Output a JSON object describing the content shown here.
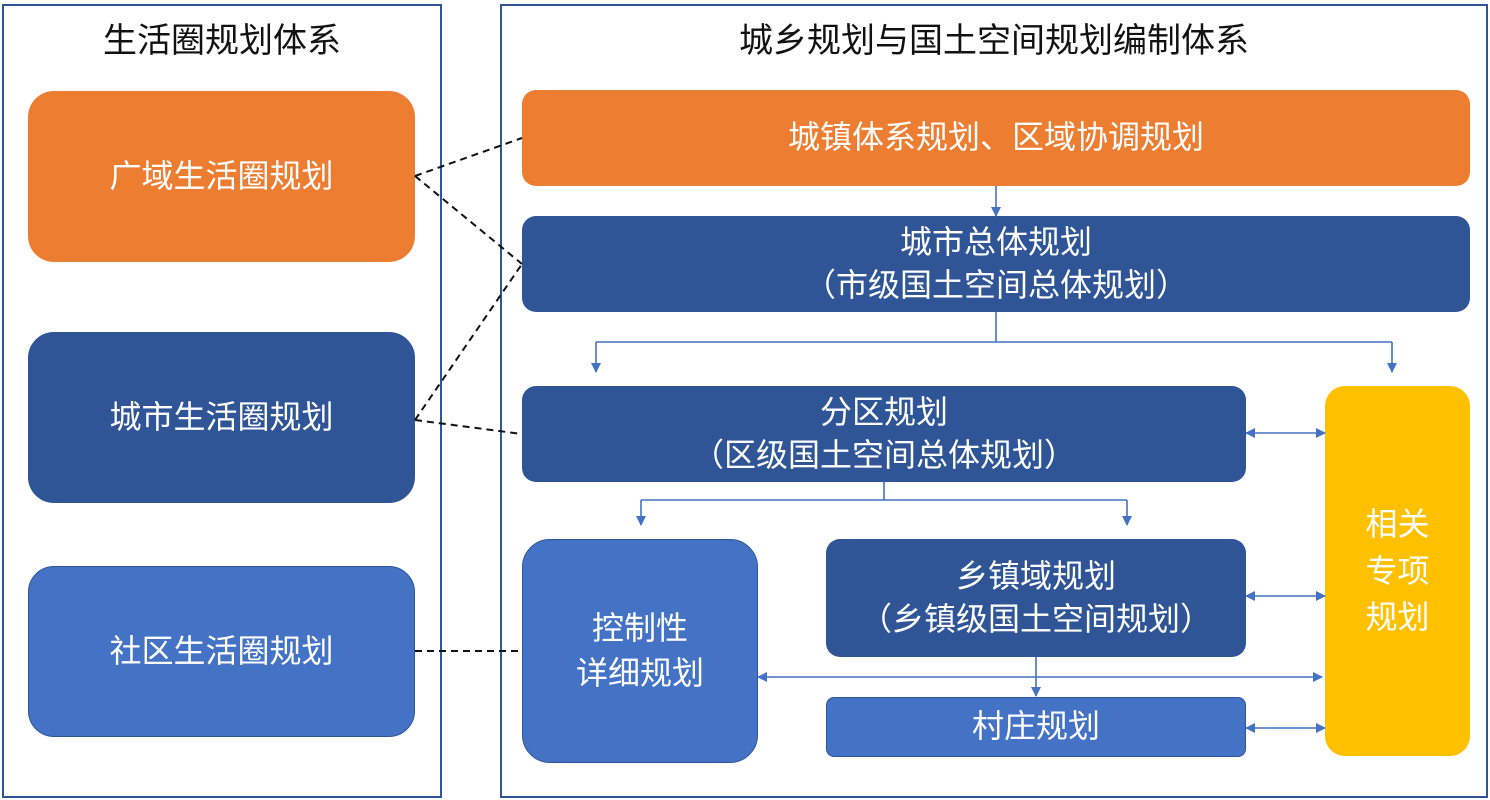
{
  "left_panel": {
    "title": "生活圈规划体系",
    "items": [
      {
        "label": "广域生活圈规划",
        "color": "#ed7d31"
      },
      {
        "label": "城市生活圈规划",
        "color": "#2f5597"
      },
      {
        "label": "社区生活圈规划",
        "color": "#4472c4"
      }
    ]
  },
  "right_panel": {
    "title": "城乡规划与国土空间规划编制体系",
    "regional": {
      "label": "城镇体系规划、区域协调规划",
      "color": "#ed7d31"
    },
    "city_master": {
      "line1": "城市总体规划",
      "line2": "（市级国土空间总体规划）",
      "color": "#2f5597"
    },
    "district": {
      "line1": "分区规划",
      "line2": "（区级国土空间总体规划）",
      "color": "#2f5597"
    },
    "regulatory": {
      "line1": "控制性",
      "line2": "详细规划",
      "color": "#4472c4"
    },
    "township": {
      "line1": "乡镇域规划",
      "line2": "（乡镇级国土空间规划）",
      "color": "#2f5597"
    },
    "village": {
      "label": "村庄规划",
      "color": "#4472c4"
    },
    "special": {
      "line1": "相关",
      "line2": "专项",
      "line3": "规划",
      "color": "#ffc000"
    }
  },
  "line_color": "#4472c4",
  "dash_color": "#111111"
}
